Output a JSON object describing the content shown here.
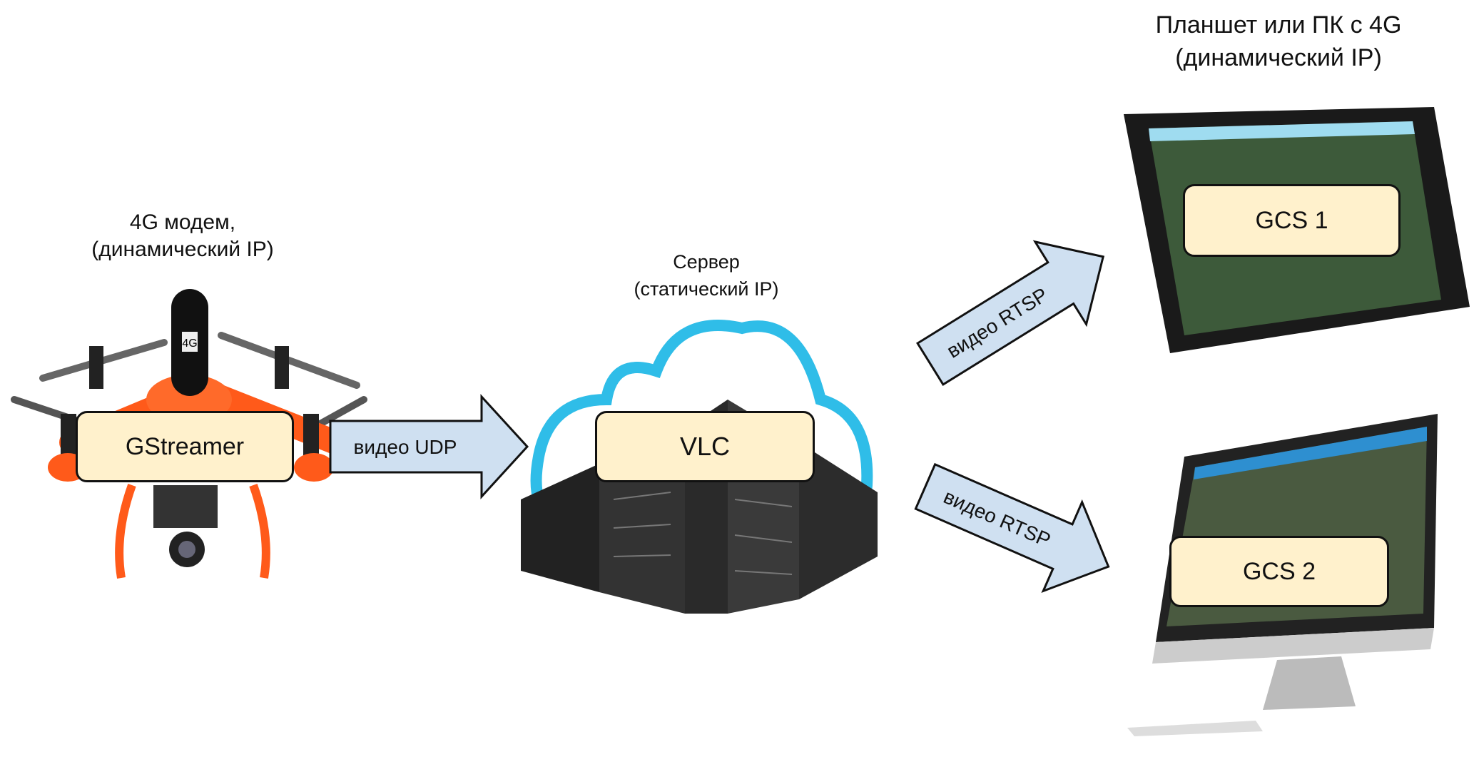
{
  "colors": {
    "box_fill": "#fff1cc",
    "arrow_fill": "#cfe0f1",
    "cloud": "#2fbde8",
    "drone": "#ff5a1a"
  },
  "nodes": {
    "drone": {
      "caption_line1": "4G модем,",
      "caption_line2": "(динамический IP)",
      "box_label": "GStreamer",
      "modem_badge": "4G"
    },
    "server": {
      "caption_line1": "Сервер",
      "caption_line2": "(статический IP)",
      "box_label": "VLC"
    },
    "clients": {
      "caption_line1": "Планшет или ПК с 4G",
      "caption_line2": "(динамический IP)"
    },
    "gcs1": {
      "box_label": "GCS 1"
    },
    "gcs2": {
      "box_label": "GCS 2"
    }
  },
  "edges": [
    {
      "from": "drone",
      "to": "server",
      "label": "видео UDP"
    },
    {
      "from": "server",
      "to": "gcs1",
      "label": "видео RTSP"
    },
    {
      "from": "server",
      "to": "gcs2",
      "label": "видео RTSP"
    }
  ]
}
